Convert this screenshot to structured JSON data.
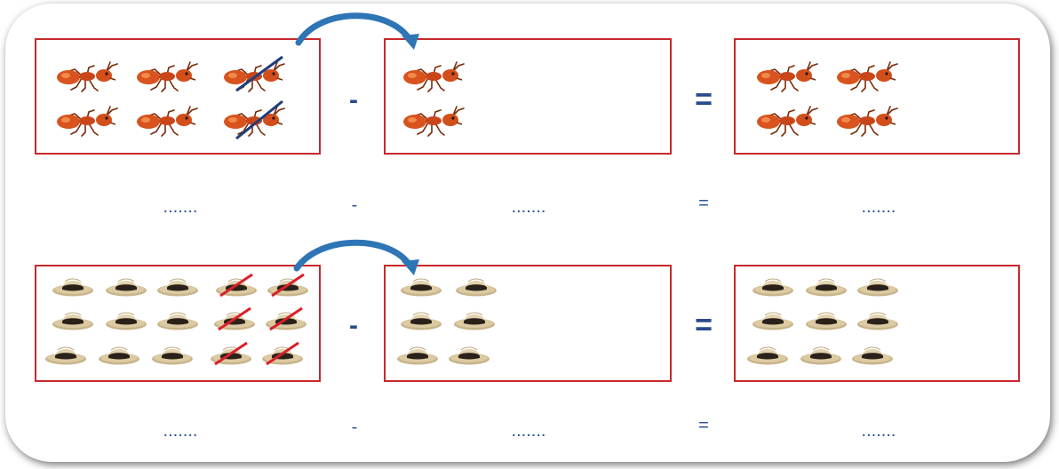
{
  "problems": [
    {
      "minus_sign": "-",
      "equals_sign": "=",
      "answer_row": {
        "first": ".......",
        "minus": "-",
        "second": ".......",
        "equals": "=",
        "result": "......."
      },
      "total": 6,
      "taken_away": 2,
      "remaining": 4,
      "item": "ant-icon"
    },
    {
      "minus_sign": "-",
      "equals_sign": "=",
      "answer_row": {
        "first": ".......",
        "minus": "-",
        "second": ".......",
        "equals": "=",
        "result": "......."
      },
      "total": 15,
      "taken_away": 6,
      "remaining": 9,
      "item": "hat-icon"
    }
  ],
  "colors": {
    "box_border": "#c8292c",
    "arrow": "#2e75b6",
    "strike_ant": "#1f3d7a",
    "strike_hat": "#d9202a",
    "text": "#2f5597"
  }
}
